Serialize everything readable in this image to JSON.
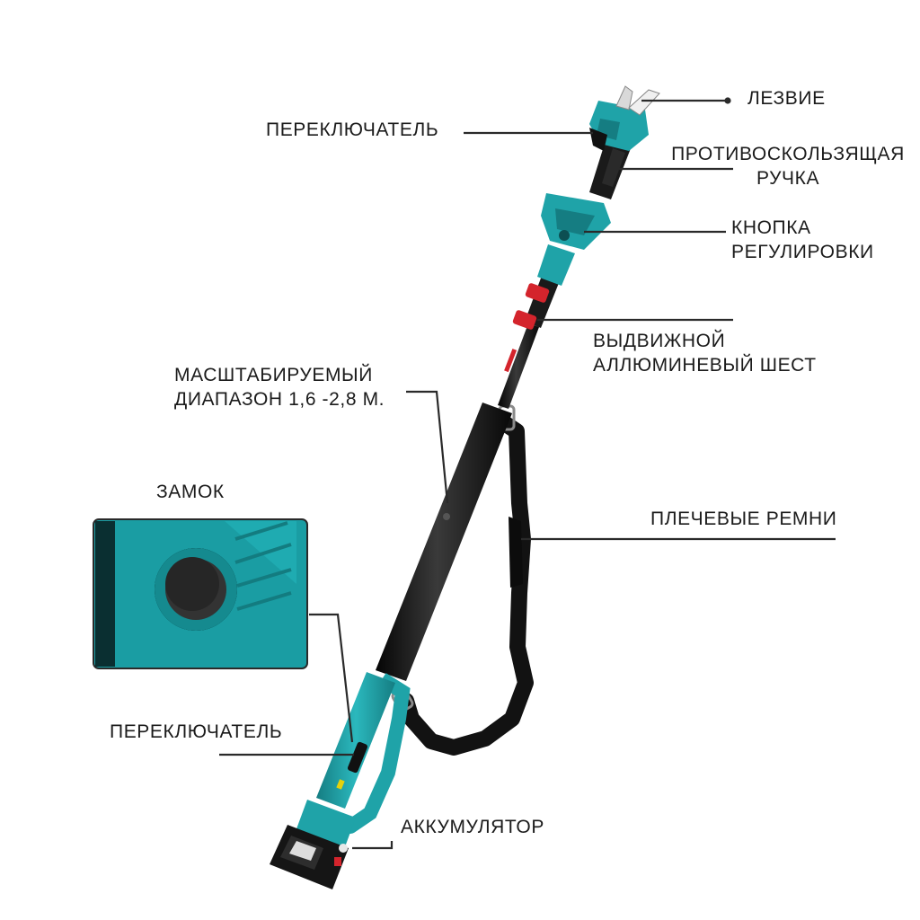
{
  "labels": {
    "blade": "ЛЕЗВИЕ",
    "switch_top": "ПЕРЕКЛЮЧАТЕЛЬ",
    "grip": [
      "ПРОТИВОСКОЛЬЗЯЩАЯ",
      "РУЧКА"
    ],
    "adjust_button": [
      "КНОПКА",
      "РЕГУЛИРОВКИ"
    ],
    "pole": [
      "ВЫДВИЖНОЙ",
      "АЛЛЮМИНЕВЫЙ ШЕСТ"
    ],
    "range": [
      "МАСШТАБИРУЕМЫЙ",
      "ДИАПАЗОН 1,6 -2,8 М."
    ],
    "lock": "ЗАМОК",
    "strap": "ПЛЕЧЕВЫЕ РЕМНИ",
    "switch_bottom": "ПЕРЕКЛЮЧАТЕЛЬ",
    "battery": "АККУМУЛЯТОР"
  },
  "colors": {
    "teal": "#1fa3a8",
    "teal_dark": "#157d82",
    "pole_black": "#161616",
    "accent_red": "#d4242c",
    "leader_line": "#2a2a2a"
  },
  "icons": {
    "lock_button": "lock-button-icon"
  }
}
